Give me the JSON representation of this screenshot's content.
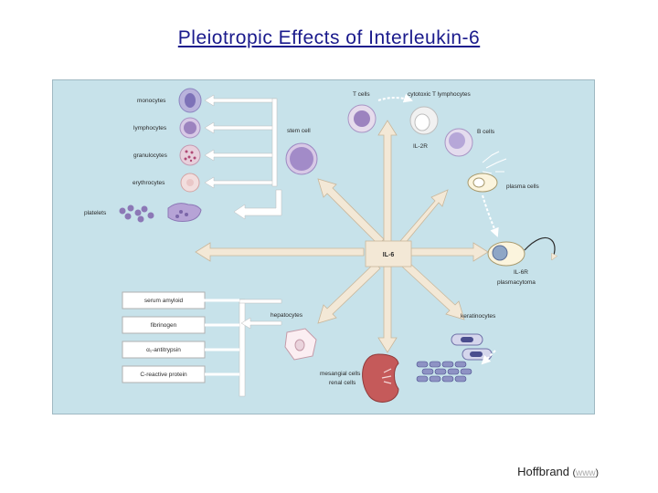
{
  "title": "Pleiotropic Effects of Interleukin-6",
  "diagram": {
    "center": "IL-6",
    "left_cells": [
      "monocytes",
      "lymphocytes",
      "granulocytes",
      "erythrocytes"
    ],
    "platelets": "platelets",
    "stem_cell": "stem cell",
    "t_cells": "T cells",
    "cytotoxic": "cytotoxic T lymphocytes",
    "il2r": "IL-2R",
    "b_cells": "B cells",
    "plasma_cells": "plasma cells",
    "il6r": "IL-6R",
    "plasmacytoma": "plasmacytoma",
    "proteins": [
      "serum amyloid",
      "fibrinogen",
      "α₁-antitrypsin",
      "C-reactive protein"
    ],
    "hepatocytes": "hepatocytes",
    "mesangial_line1": "mesangial cells",
    "mesangial_line2": "renal cells",
    "keratinocytes": "keratinocytes"
  },
  "credit": {
    "author": "Hoffbrand",
    "paren_open": "(",
    "link": "www",
    "paren_close": ")"
  }
}
